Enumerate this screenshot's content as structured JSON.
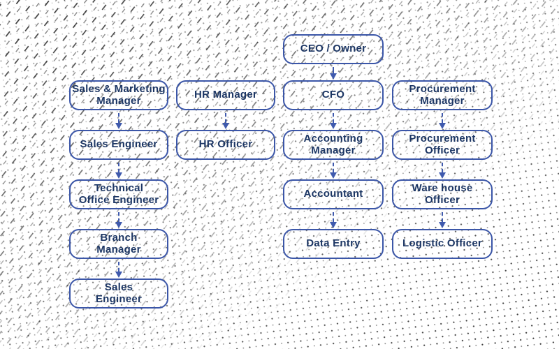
{
  "colors": {
    "node_border": "#3b56a8",
    "node_text": "#1c3664",
    "connector": "#3f5aad",
    "background": "#ffffff",
    "pattern_ink": "#1e1e1e"
  },
  "org_chart": {
    "type": "organizational-chart",
    "root": {
      "label": "CEO / Owner"
    },
    "columns": [
      {
        "id": "sales",
        "nodes": [
          "Sales & Marketing\nManager",
          "Sales Engineer",
          "Technical\nOffice Engineer",
          "Branch\nManager",
          "Sales\nEngineer"
        ]
      },
      {
        "id": "hr",
        "nodes": [
          "HR Manager",
          "HR Officer"
        ]
      },
      {
        "id": "finance",
        "nodes": [
          "CFO",
          "Accounting\nManager",
          "Accountant",
          "Data Entry"
        ]
      },
      {
        "id": "procurement",
        "nodes": [
          "Procurement\nManager",
          "Procurement\nOfficer",
          "Ware house\nOfficer",
          "Logistic Officer"
        ]
      }
    ]
  }
}
